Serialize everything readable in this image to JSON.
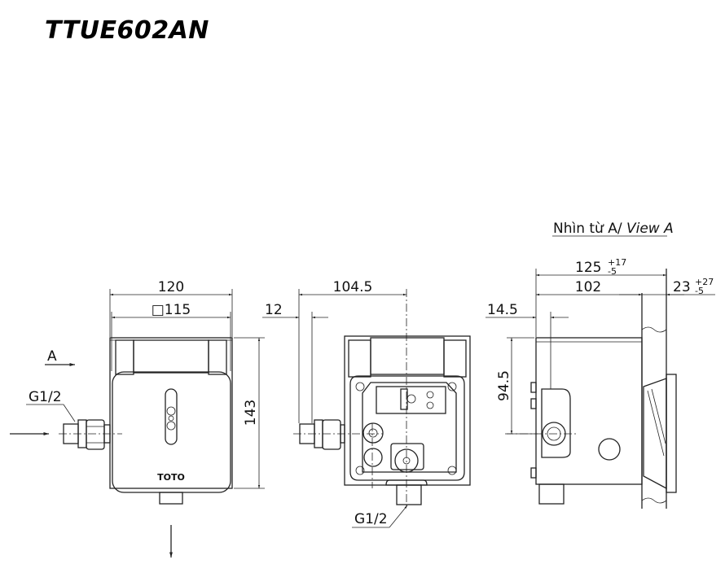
{
  "title": "TTUE602AN",
  "view_a_label": {
    "prefix": "Nhìn từ A/ ",
    "italic": "View A"
  },
  "front_view": {
    "width": "120",
    "square": "□115",
    "height": "143",
    "inlet": "G1/2",
    "arrow_label": "A",
    "logo": "TOTO"
  },
  "side_view": {
    "depth": "104.5",
    "offset": "12",
    "outlet": "G1/2"
  },
  "view_a": {
    "total": "125",
    "total_tol_plus": "+17",
    "total_tol_minus": "-5",
    "body": "102",
    "wall": "23",
    "wall_tol_plus": "+27",
    "wall_tol_minus": "-5",
    "offset": "14.5",
    "height": "94.5"
  }
}
